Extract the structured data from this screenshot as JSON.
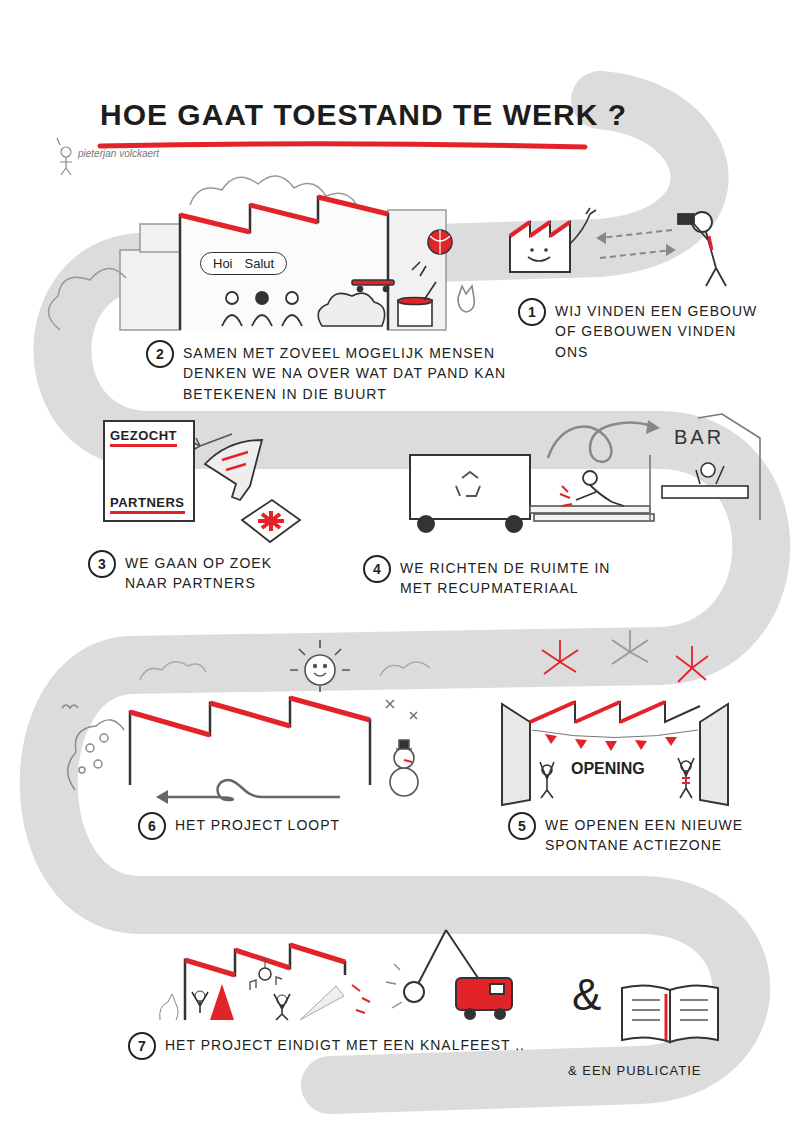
{
  "diagram": {
    "title": "HOE GAAT TOESTAND TE WERK ?",
    "nodes": [
      {
        "text": [
          "1",
          "WIJ VINDEN EEN GEBOUW OF GEBOUWEN VINDEN ONS"
        ]
      },
      {
        "text": [
          "Hoi",
          "Salut"
        ]
      },
      {
        "text": [
          "2",
          "SAMEN MET ZOVEEL MOGELIJK MENSEN DENKEN WE NA OVER WAT DAT PAND KAN BETEKENEN IN DIE BUURT"
        ]
      },
      {
        "text": [
          "GEZOCHT",
          "PARTNERS"
        ]
      },
      {
        "text": [
          "3",
          "WE GAAN OP ZOEK NAAR PARTNERS"
        ]
      },
      {
        "text": [
          "4",
          "WE RICHTEN DE RUIMTE IN MET RECUPMATERIAAL"
        ]
      },
      {
        "text": [
          "5",
          "WE OPENEN EEN NIEUWE SPONTANE ACTIEZONE"
        ]
      },
      {
        "text": [
          "6",
          "HET PROJECT LOOPT"
        ]
      },
      {
        "text": [
          "7",
          "HET PROJECT EINDIGT MET EEN KNALFEEST .."
        ]
      }
    ],
    "labels": [
      "pieterjan volckaert",
      "BAR",
      "OPENING",
      "&",
      "& EEN PUBLICATIE"
    ]
  }
}
